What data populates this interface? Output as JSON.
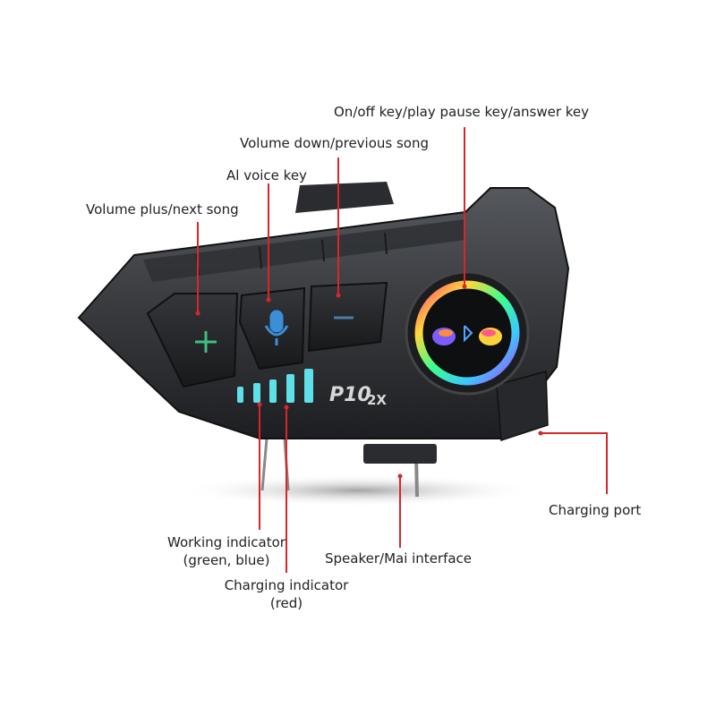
{
  "device": {
    "model_text": "P10",
    "model_suffix": "2X"
  },
  "labels": {
    "onoff": "On/off key/play pause key/answer key",
    "voldown": "Volume down/previous song",
    "ai_voice": "Al voice key",
    "volplus": "Volume plus/next song",
    "charging_port": "Charging port",
    "working_line1": "Working indicator",
    "working_line2": "(green, blue)",
    "speaker": "Speaker/Mai interface",
    "charging_ind_line1": "Charging indicator",
    "charging_ind_line2": "(red)"
  },
  "colors": {
    "callout": "#d9262b",
    "body": "#3a3c40",
    "body_dark": "#1e2023",
    "button": "#26282b",
    "indicator": "#5fe0e8",
    "plus": "#3fbf7f",
    "mic": "#3b8fd9"
  }
}
